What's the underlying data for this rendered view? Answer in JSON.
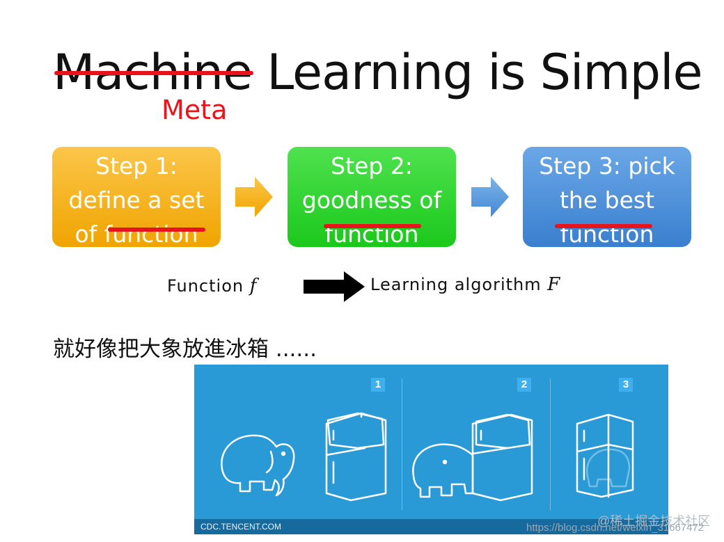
{
  "title": {
    "struck_word": "Machine",
    "rest": " Learning is Simple",
    "replacement": "Meta"
  },
  "steps": [
    {
      "lines": [
        "Step 1:",
        "define a set",
        "of function"
      ]
    },
    {
      "lines": [
        "Step 2:",
        "goodness of",
        "function"
      ]
    },
    {
      "lines": [
        "Step 3: pick",
        "the best",
        "function"
      ]
    }
  ],
  "function_row": {
    "left_label": "Function",
    "left_symbol": "f",
    "right_label": "Learning algorithm",
    "right_symbol": "F"
  },
  "chinese_text": "就好像把大象放進冰箱 ......",
  "illustration": {
    "badges": [
      "1",
      "2",
      "3"
    ],
    "footer": "CDC.TENCENT.COM"
  },
  "watermarks": {
    "site": "@稀土掘金技术社区",
    "url": "https://blog.csdn.net/weixin_31667472"
  },
  "colors": {
    "strike": "#e8141b",
    "step1": "#f4b01f",
    "step2": "#2fd12f",
    "step3": "#4b8ed9",
    "panel": "#2a9ad7"
  }
}
